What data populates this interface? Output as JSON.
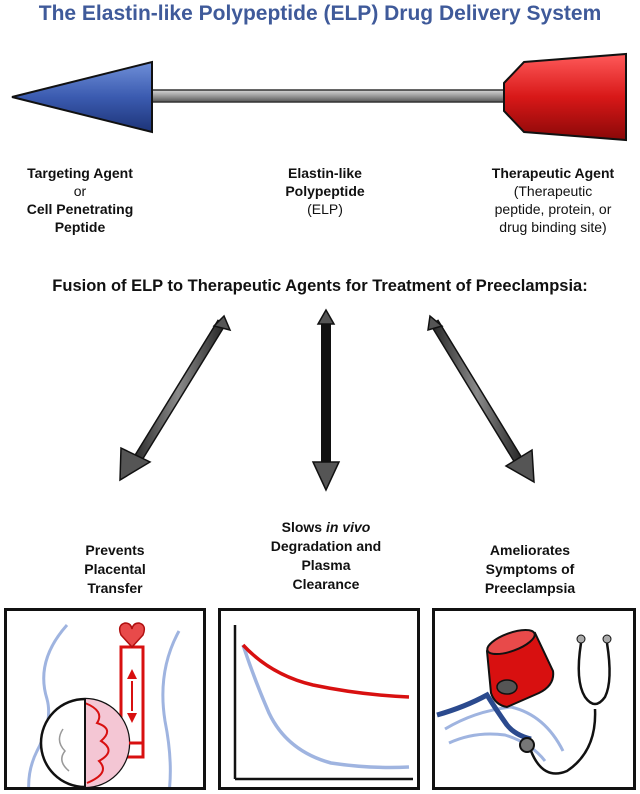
{
  "title": "The Elastin-like Polypeptide (ELP) Drug Delivery System",
  "components": {
    "targeting": {
      "line1": "Targeting Agent",
      "line2": "or",
      "line3": "Cell Penetrating",
      "line4": "Peptide"
    },
    "elp": {
      "line1": "Elastin-like",
      "line2": "Polypeptide",
      "line3": "(ELP)"
    },
    "therapeutic": {
      "line1": "Therapeutic Agent",
      "line2": "(Therapeutic",
      "line3": "peptide, protein, or",
      "line4": "drug binding site)"
    }
  },
  "subtitle": "Fusion of ELP to Therapeutic Agents for Treatment of Preeclampsia:",
  "outcomes": {
    "left": {
      "line1": "Prevents",
      "line2": "Placental",
      "line3": "Transfer"
    },
    "middle": {
      "line1a": "Slows ",
      "line1b": "in vivo",
      "line2": "Degradation and",
      "line3": "Plasma",
      "line4": "Clearance"
    },
    "right": {
      "line1": "Ameliorates",
      "line2": "Symptoms of",
      "line3": "Preeclampsia"
    }
  },
  "colors": {
    "title": "#3f5a9a",
    "targeting_cone": "#3b5bb0",
    "therapeutic_cone": "#d81818",
    "rod": "#9a9a9a",
    "arrows": "#555555",
    "red_curve": "#d81010",
    "blue_curve": "#9fb4e0"
  },
  "icons": {
    "panel_left": "placenta-circulation-icon",
    "panel_middle": "clearance-curve-icon",
    "panel_right": "blood-pressure-stethoscope-icon"
  }
}
